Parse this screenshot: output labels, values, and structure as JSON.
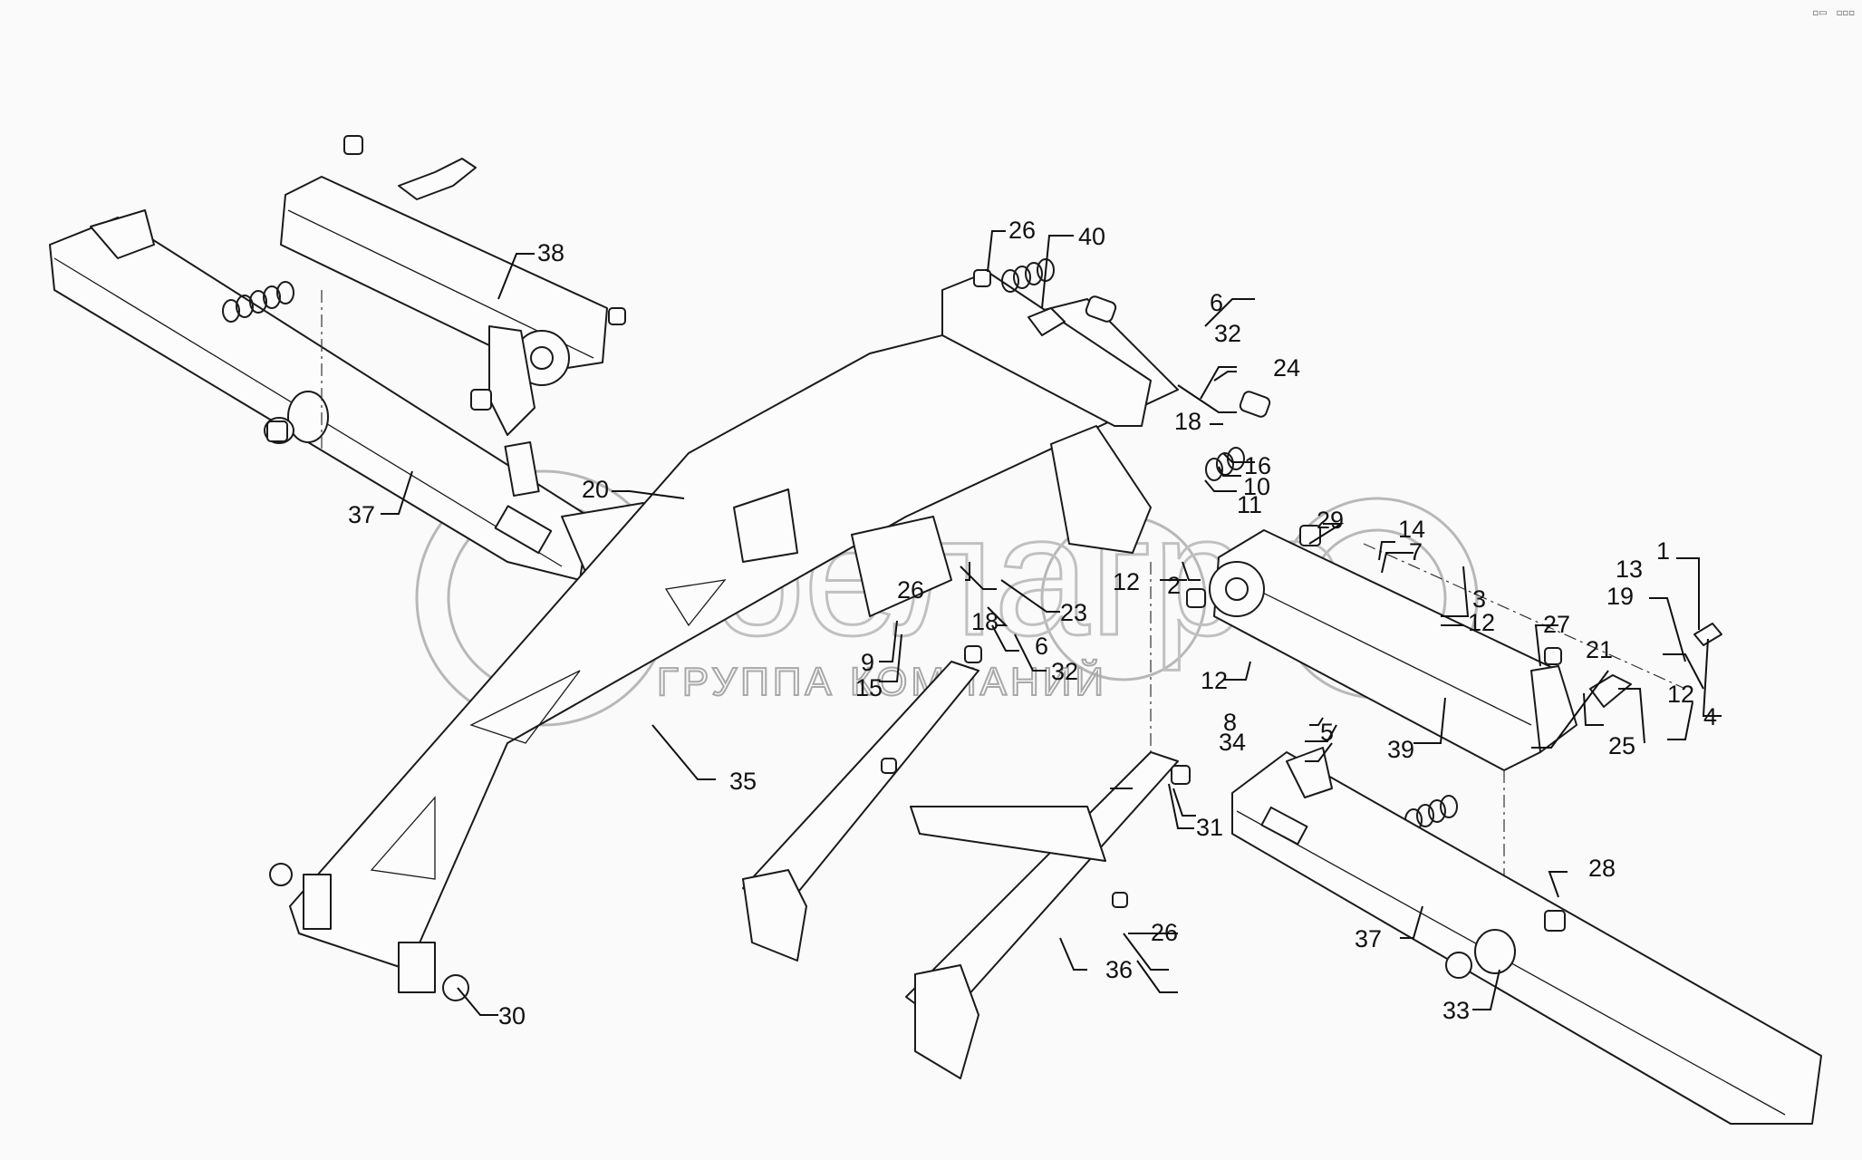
{
  "diagram": {
    "title": "",
    "kind": "exploded-parts-assembly",
    "watermark": {
      "logo_text": "белагро",
      "subtitle": "ГРУППА КОМПАНИЙ"
    },
    "corner_icons": [
      "window-icon",
      "more-icon"
    ],
    "callouts": [
      {
        "id": "c1",
        "number": "1"
      },
      {
        "id": "c2",
        "number": "2"
      },
      {
        "id": "c3",
        "number": "3"
      },
      {
        "id": "c4",
        "number": "4"
      },
      {
        "id": "c5",
        "number": "5"
      },
      {
        "id": "c6a",
        "number": "6"
      },
      {
        "id": "c6b",
        "number": "6"
      },
      {
        "id": "c7",
        "number": "7"
      },
      {
        "id": "c8",
        "number": "8"
      },
      {
        "id": "c9",
        "number": "9"
      },
      {
        "id": "c10",
        "number": "10"
      },
      {
        "id": "c11",
        "number": "11"
      },
      {
        "id": "c12a",
        "number": "12"
      },
      {
        "id": "c12b",
        "number": "12"
      },
      {
        "id": "c12c",
        "number": "12"
      },
      {
        "id": "c12d",
        "number": "12"
      },
      {
        "id": "c13",
        "number": "13"
      },
      {
        "id": "c14",
        "number": "14"
      },
      {
        "id": "c15",
        "number": "15"
      },
      {
        "id": "c16",
        "number": "16"
      },
      {
        "id": "c18a",
        "number": "18"
      },
      {
        "id": "c18b",
        "number": "18"
      },
      {
        "id": "c19",
        "number": "19"
      },
      {
        "id": "c20",
        "number": "20"
      },
      {
        "id": "c21",
        "number": "21"
      },
      {
        "id": "c23",
        "number": "23"
      },
      {
        "id": "c24",
        "number": "24"
      },
      {
        "id": "c25",
        "number": "25"
      },
      {
        "id": "c26a",
        "number": "26"
      },
      {
        "id": "c26b",
        "number": "26"
      },
      {
        "id": "c26c",
        "number": "26"
      },
      {
        "id": "c27",
        "number": "27"
      },
      {
        "id": "c28",
        "number": "28"
      },
      {
        "id": "c29",
        "number": "29"
      },
      {
        "id": "c30",
        "number": "30"
      },
      {
        "id": "c31",
        "number": "31"
      },
      {
        "id": "c32a",
        "number": "32"
      },
      {
        "id": "c32b",
        "number": "32"
      },
      {
        "id": "c33",
        "number": "33"
      },
      {
        "id": "c34",
        "number": "34"
      },
      {
        "id": "c35",
        "number": "35"
      },
      {
        "id": "c36",
        "number": "36"
      },
      {
        "id": "c37a",
        "number": "37"
      },
      {
        "id": "c37b",
        "number": "37"
      },
      {
        "id": "c38",
        "number": "38"
      },
      {
        "id": "c39",
        "number": "39"
      },
      {
        "id": "c40",
        "number": "40"
      }
    ]
  }
}
